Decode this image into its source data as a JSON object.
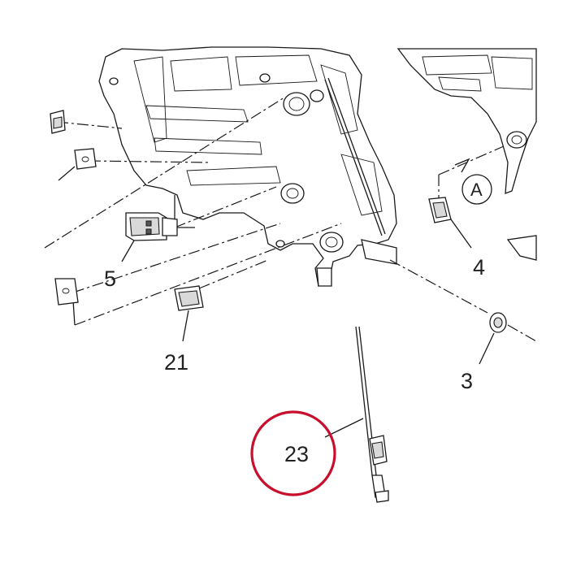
{
  "callouts": {
    "part_5": "5",
    "part_4": "4",
    "part_21": "21",
    "part_3": "3",
    "part_23": "23",
    "view_a": "A"
  },
  "highlight": {
    "color": "#c8102e",
    "target": "23"
  }
}
